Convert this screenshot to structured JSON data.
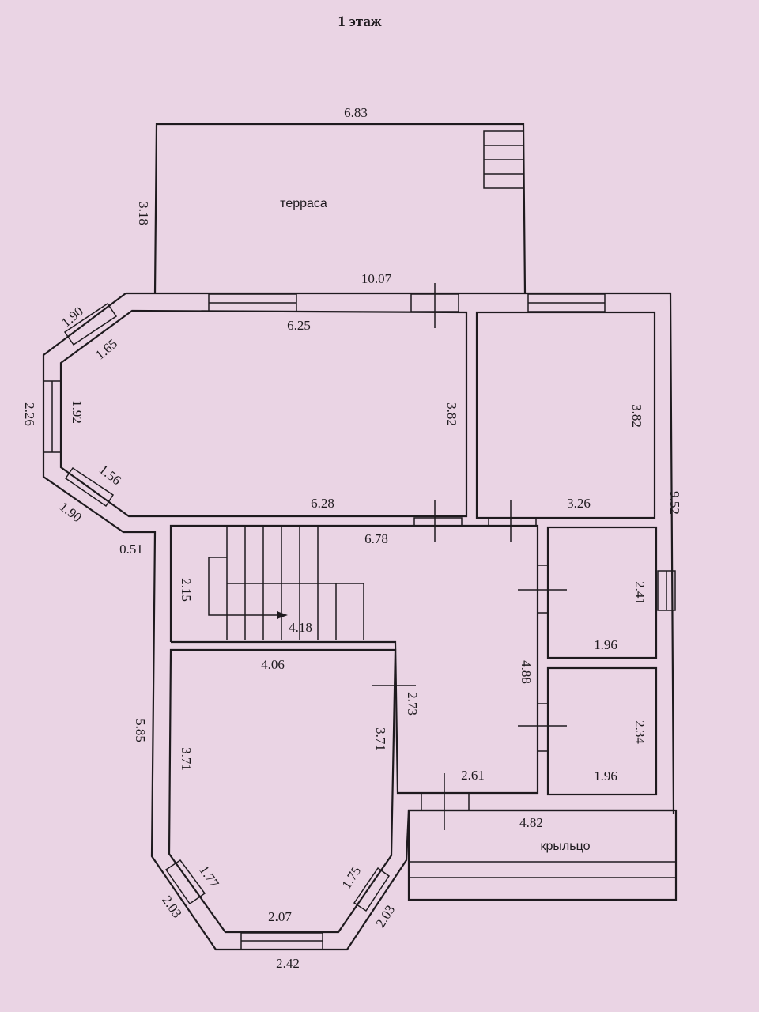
{
  "title": "1 этаж",
  "rooms": {
    "terrace": "терраса",
    "porch": "крыльцо"
  },
  "dims": {
    "terrace_width": "6.83",
    "terrace_depth": "3.18",
    "overall_width": "10.07",
    "overall_depth": "9.52",
    "living_top": "6.25",
    "living_bottom": "6.28",
    "living_height": "3.82",
    "bay_outer_top": "1.90",
    "bay_inner_top": "1.65",
    "bay_outer_side": "2.26",
    "bay_inner_side": "1.92",
    "bay_inner_bottom": "1.56",
    "bay_outer_bottom": "1.90",
    "offset": "0.51",
    "room2_height": "3.82",
    "room2_width": "3.26",
    "hall_width": "6.78",
    "stair_height": "2.15",
    "stair_width": "4.18",
    "room3_width": "4.06",
    "room3_left": "3.71",
    "room3_right": "3.71",
    "left_wall": "5.85",
    "corr_width": "2.73",
    "corr_height": "4.88",
    "corr_bottom": "2.61",
    "bath1_height": "2.41",
    "bath1_width": "1.96",
    "bath2_height": "2.34",
    "bath2_width": "1.96",
    "porch_width": "4.82",
    "bay2_inner_left": "1.77",
    "bay2_inner_right": "1.75",
    "bay2_inner_bottom": "2.07",
    "bay2_outer_left": "2.03",
    "bay2_outer_right": "2.03",
    "bay2_outer_bottom": "2.42"
  }
}
